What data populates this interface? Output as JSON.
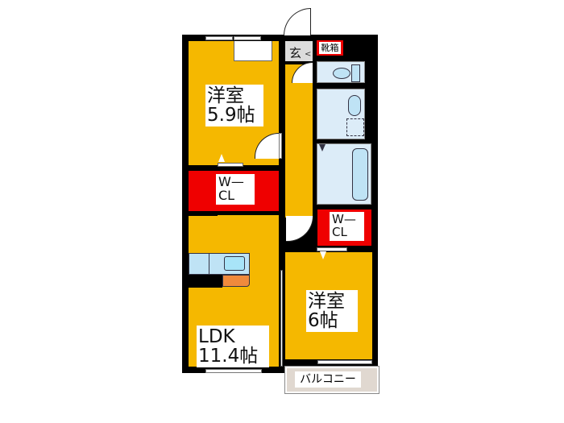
{
  "floorplan": {
    "rooms": {
      "western_room_1": {
        "name": "洋室",
        "size": "5.9帖"
      },
      "western_room_2": {
        "name": "洋室",
        "size": "6帖"
      },
      "ldk": {
        "name": "LDK",
        "size": "11.4帖"
      },
      "walk_in_closet_1": {
        "line1": "W—",
        "line2": "CL"
      },
      "walk_in_closet_2": {
        "line1": "W—",
        "line2": "CL"
      },
      "entrance": {
        "name": "玄"
      },
      "shoe_box": {
        "name": "靴箱"
      },
      "balcony": {
        "name": "バルコニー"
      }
    },
    "colors": {
      "floor": "#f5b800",
      "closet": "#ef0000",
      "wall": "#000000",
      "wet_area": "#dcecf8",
      "fixture": "#bfe3f5",
      "entrance": "#dcdcdc",
      "balcony": "#e0d8d0",
      "kitchen_counter": "#f08a3c"
    }
  }
}
